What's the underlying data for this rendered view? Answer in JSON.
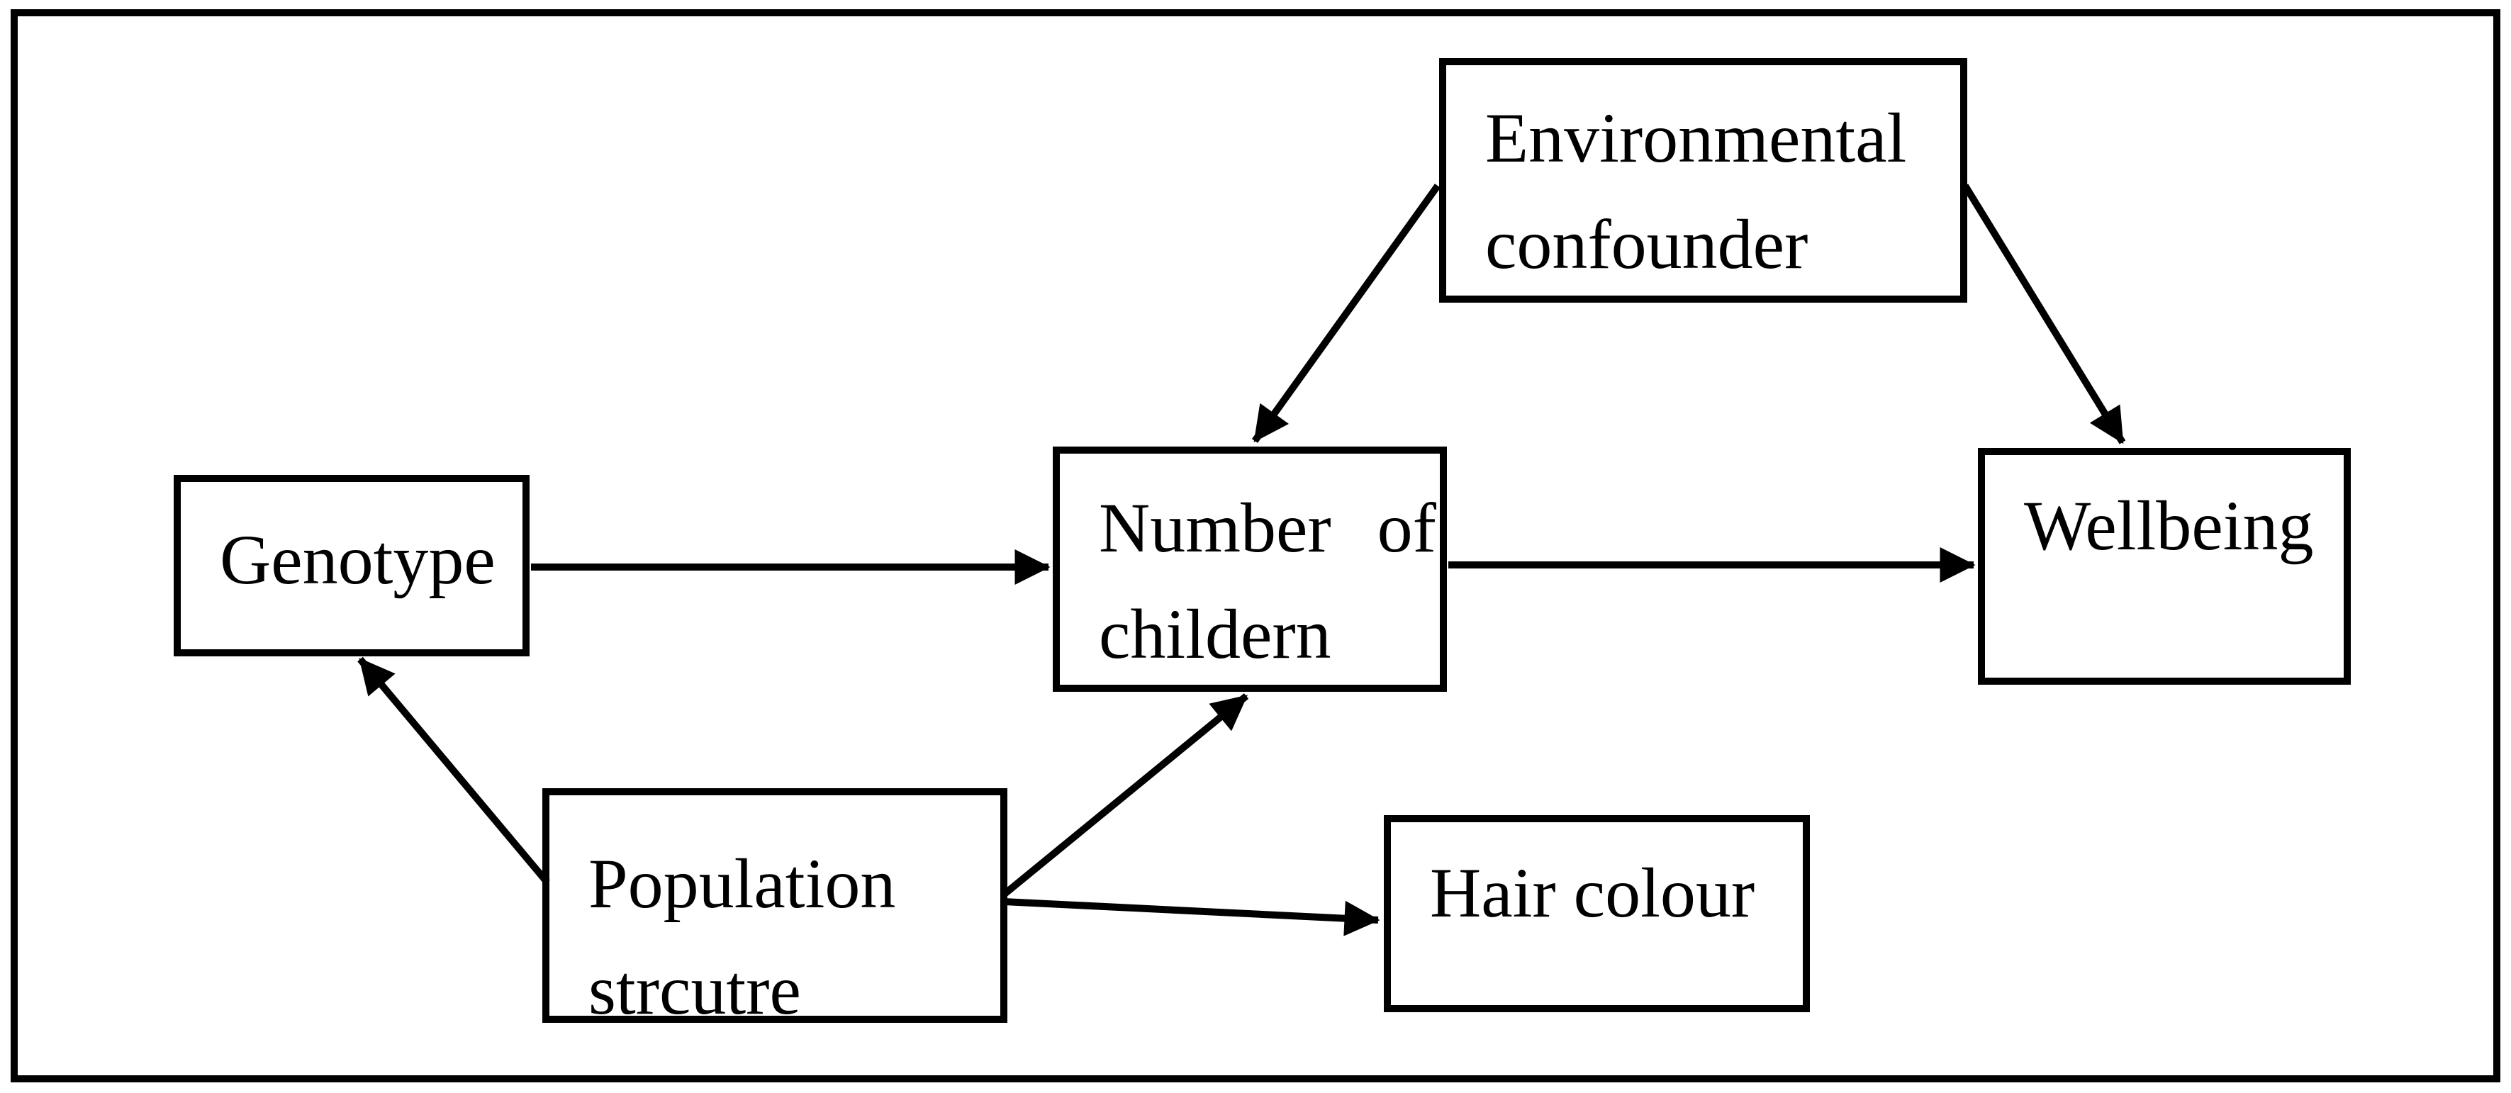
{
  "figure": {
    "type": "causal-dag-diagram",
    "nodes": {
      "environmental_confounder": {
        "lines": [
          "Environmental",
          "confounder"
        ]
      },
      "genotype": {
        "lines": [
          "Genotype"
        ]
      },
      "number_of_children": {
        "lines": [
          "Number of",
          "childern"
        ]
      },
      "wellbeing": {
        "lines": [
          "Wellbeing"
        ]
      },
      "population_structure": {
        "lines": [
          "Population",
          "strcutre"
        ]
      },
      "hair_colour": {
        "lines": [
          "Hair colour"
        ]
      }
    },
    "edges": [
      {
        "from": "population_structure",
        "to": "genotype"
      },
      {
        "from": "population_structure",
        "to": "number_of_children"
      },
      {
        "from": "population_structure",
        "to": "hair_colour"
      },
      {
        "from": "genotype",
        "to": "number_of_children"
      },
      {
        "from": "number_of_children",
        "to": "wellbeing"
      },
      {
        "from": "environmental_confounder",
        "to": "number_of_children"
      },
      {
        "from": "environmental_confounder",
        "to": "wellbeing"
      }
    ],
    "colors": {
      "stroke": "#000000",
      "background": "#ffffff",
      "text": "#000000"
    }
  }
}
